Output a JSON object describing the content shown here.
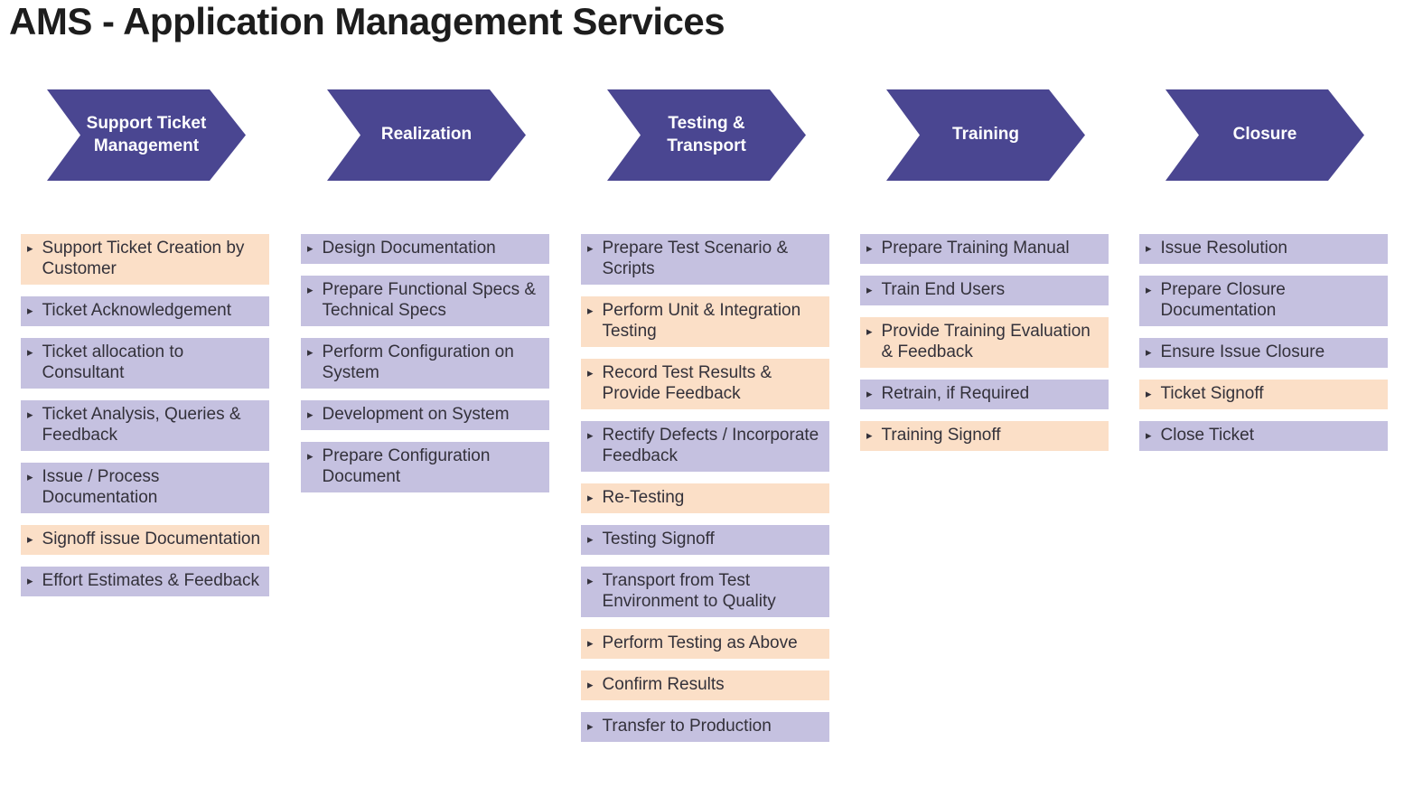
{
  "title": "AMS - Application Management Services",
  "bullet_icon": "▸",
  "colors": {
    "chevron": "#4A4691",
    "chevron_text": "#FFFFFF",
    "lavender": "#C5C1E0",
    "peach": "#FBDFC7",
    "text": "#33313A",
    "title_text": "#1D1D1D",
    "background": "#FFFFFF"
  },
  "columns": [
    {
      "phase": "Support Ticket Management",
      "items": [
        {
          "label": "Support Ticket Creation by Customer",
          "highlight": true
        },
        {
          "label": "Ticket Acknowledgement",
          "highlight": false
        },
        {
          "label": "Ticket allocation to Consultant",
          "highlight": false
        },
        {
          "label": "Ticket Analysis, Queries & Feedback",
          "highlight": false
        },
        {
          "label": "Issue / Process Documentation",
          "highlight": false
        },
        {
          "label": "Signoff issue Documentation",
          "highlight": true
        },
        {
          "label": "Effort Estimates & Feedback",
          "highlight": false
        }
      ]
    },
    {
      "phase": "Realization",
      "items": [
        {
          "label": "Design Documentation",
          "highlight": false
        },
        {
          "label": "Prepare Functional Specs & Technical Specs",
          "highlight": false
        },
        {
          "label": "Perform Configuration on System",
          "highlight": false
        },
        {
          "label": "Development on System",
          "highlight": false
        },
        {
          "label": "Prepare Configuration Document",
          "highlight": false
        }
      ]
    },
    {
      "phase": "Testing & Transport",
      "items": [
        {
          "label": "Prepare Test Scenario & Scripts",
          "highlight": false
        },
        {
          "label": "Perform Unit & Integration Testing",
          "highlight": true
        },
        {
          "label": "Record Test Results & Provide Feedback",
          "highlight": true
        },
        {
          "label": "Rectify Defects / Incorporate Feedback",
          "highlight": false
        },
        {
          "label": "Re-Testing",
          "highlight": true
        },
        {
          "label": "Testing Signoff",
          "highlight": false
        },
        {
          "label": "Transport from Test Environment to Quality",
          "highlight": false
        },
        {
          "label": "Perform Testing as Above",
          "highlight": true
        },
        {
          "label": "Confirm Results",
          "highlight": true
        },
        {
          "label": "Transfer to Production",
          "highlight": false
        }
      ]
    },
    {
      "phase": "Training",
      "items": [
        {
          "label": "Prepare Training Manual",
          "highlight": false
        },
        {
          "label": "Train End Users",
          "highlight": false
        },
        {
          "label": "Provide Training Evaluation & Feedback",
          "highlight": true
        },
        {
          "label": "Retrain, if Required",
          "highlight": false
        },
        {
          "label": "Training Signoff",
          "highlight": true
        }
      ]
    },
    {
      "phase": "Closure",
      "items": [
        {
          "label": "Issue Resolution",
          "highlight": false
        },
        {
          "label": "Prepare Closure Documentation",
          "highlight": false
        },
        {
          "label": "Ensure Issue Closure",
          "highlight": false
        },
        {
          "label": "Ticket Signoff",
          "highlight": true
        },
        {
          "label": "Close Ticket",
          "highlight": false
        }
      ]
    }
  ]
}
